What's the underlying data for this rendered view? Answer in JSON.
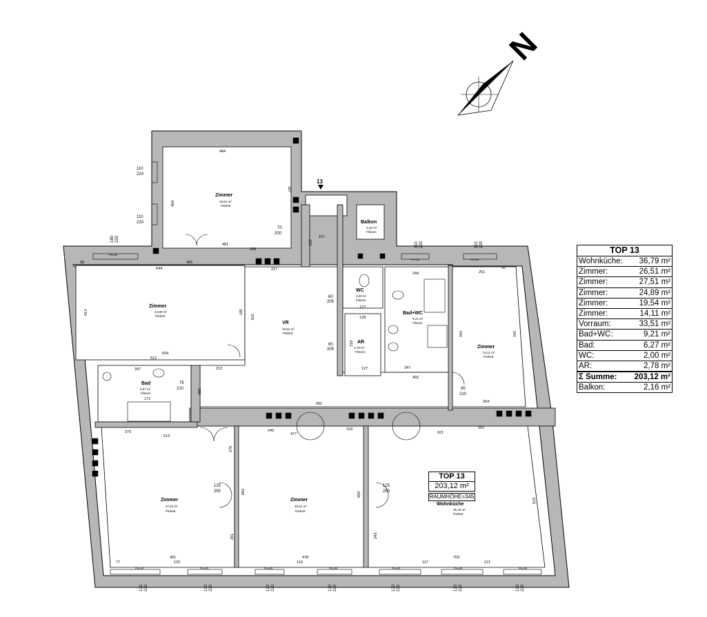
{
  "compass": {
    "letter": "N"
  },
  "unit_marker": {
    "number": "13"
  },
  "rooms": [
    {
      "id": "zimmer-top",
      "name": "Zimmer",
      "area": "19,54 m²",
      "floor": "Parkett"
    },
    {
      "id": "zimmer-left",
      "name": "Zimmer",
      "area": "24,89 m²",
      "floor": "Parkett"
    },
    {
      "id": "vr",
      "name": "VR",
      "area": "33,51 m²",
      "floor": "Parkett"
    },
    {
      "id": "balkon",
      "name": "Balkon",
      "area": "2,16 m²",
      "floor": "Fliesen"
    },
    {
      "id": "wc",
      "name": "WC",
      "area": "2,00 m²",
      "floor": "Fliesen"
    },
    {
      "id": "ar",
      "name": "AR",
      "area": "2,78 m²",
      "floor": "Fliesen"
    },
    {
      "id": "bad-wc",
      "name": "Bad+WC",
      "area": "9,21 m²",
      "floor": "Fliesen"
    },
    {
      "id": "zimmer-right",
      "name": "Zimmer",
      "area": "14,11 m²",
      "floor": "Parkett"
    },
    {
      "id": "bad",
      "name": "Bad",
      "area": "6,27 m²",
      "floor": "Fliesen"
    },
    {
      "id": "zimmer-bl",
      "name": "Zimmer",
      "area": "27,51 m²",
      "floor": "Parkett"
    },
    {
      "id": "zimmer-bm",
      "name": "Zimmer",
      "area": "26,51 m²",
      "floor": "Parkett"
    },
    {
      "id": "wohnkueche",
      "name": "Wohnküche",
      "area": "36,79 m²",
      "floor": "Parkett"
    }
  ],
  "top_label": {
    "title": "TOP 13",
    "area": "203,12 m²",
    "height": "RAUMHÖHE=345"
  },
  "area_table": {
    "title": "TOP 13",
    "rows": [
      {
        "label": "Wohnküche:",
        "value": "36,79 m²"
      },
      {
        "label": "Zimmer:",
        "value": "26,51 m²"
      },
      {
        "label": "Zimmer:",
        "value": "27,51 m²"
      },
      {
        "label": "Zimmer:",
        "value": "24,89 m²"
      },
      {
        "label": "Zimmer:",
        "value": "19,54 m²"
      },
      {
        "label": "Zimmer:",
        "value": "14,11 m²"
      },
      {
        "label": "Vorraum:",
        "value": "33,51 m²"
      },
      {
        "label": "Bad+WC:",
        "value": "9,21 m²"
      },
      {
        "label": "Bad:",
        "value": "6,27 m²"
      },
      {
        "label": "WC:",
        "value": "2,00 m²"
      },
      {
        "label": "AR:",
        "value": "2,78 m²"
      }
    ],
    "sum": {
      "label": "Σ Summe:",
      "value": "203,12 m²"
    },
    "balkon": {
      "label": "Balkon:",
      "value": "2,16 m²"
    }
  },
  "dims": {
    "d484": "484",
    "d404": "404",
    "d287": "287",
    "d481": "481",
    "d268": "268",
    "d406": "406",
    "d58": "58",
    "d644": "644",
    "d413": "413",
    "d387": "387",
    "d217": "217",
    "d604": "604",
    "d512": "512",
    "d347": "347",
    "d213": "213",
    "d376": "376",
    "d157": "157",
    "d128": "128",
    "d127": "127",
    "d244": "244",
    "d251": "251",
    "d92": "92",
    "d541": "541",
    "d402": "402",
    "d264": "264",
    "d991": "991",
    "d171": "171",
    "d370": "370",
    "d513": "513",
    "d249": "249",
    "d477": "477",
    "d103": "103",
    "d362": "362",
    "d621": "621",
    "d491": "491",
    "d478": "478",
    "d703": "703",
    "d77": "77",
    "d120": "120",
    "d119": "119",
    "d117": "117",
    "d121": "121",
    "d662": "662",
    "d659": "659",
    "d570": "570",
    "d243": "243",
    "d261": "261",
    "d176": "176",
    "d233": "233",
    "d247": "247",
    "d288": "288",
    "d218": "218",
    "w110_220": "110\n220",
    "w120_220": "120\n220",
    "w180_220": "180\n220",
    "door_70_200": "70\n200",
    "door_75_210": "75\n210",
    "door_90_210": "90\n210",
    "door_60_205": "60\n205",
    "door_125_250": "125\n250",
    "door_80_200": "80\n200",
    "parapet_82": "PH=82",
    "parapet_85": "PH=85",
    "wc_l": "WC"
  }
}
